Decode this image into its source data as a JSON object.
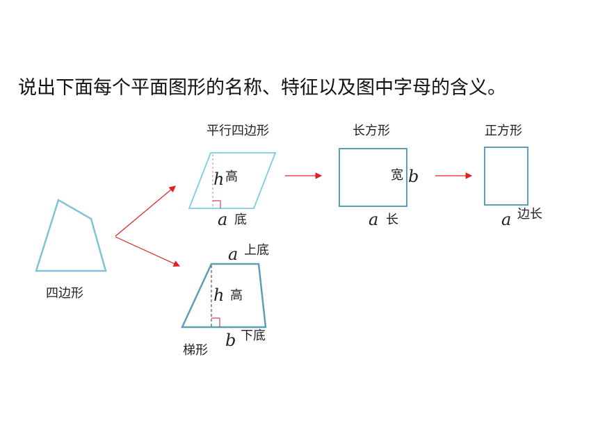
{
  "title": "说出下面每个平面图形的名称、特征以及图中字母的含义。",
  "shapes": {
    "quadrilateral": {
      "name": "四边形"
    },
    "parallelogram": {
      "name": "平行四边形",
      "height_letter": "h",
      "height_label": "高",
      "base_letter": "a",
      "base_label": "底"
    },
    "rectangle": {
      "name": "长方形",
      "width_letter": "b",
      "width_label": "宽",
      "length_letter": "a",
      "length_label": "长"
    },
    "square": {
      "name": "正方形",
      "side_letter": "a",
      "side_label": "边长"
    },
    "trapezoid": {
      "name": "梯形",
      "top_letter": "a",
      "top_label": "上底",
      "height_letter": "h",
      "height_label": "高",
      "bottom_letter": "b",
      "bottom_label": "下底"
    }
  },
  "colors": {
    "shape_stroke": "#5aa6c0",
    "arrow": "#e02020",
    "dashed": "#c07080",
    "right_angle": "#d04070"
  }
}
